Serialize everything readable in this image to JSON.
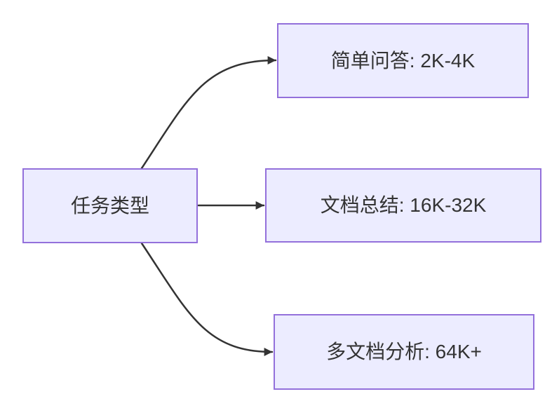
{
  "diagram": {
    "type": "flowchart",
    "root": {
      "id": "task-type",
      "label": "任务类型"
    },
    "branches": [
      {
        "id": "simple-qa",
        "label": "简单问答: 2K-4K"
      },
      {
        "id": "doc-summary",
        "label": "文档总结: 16K-32K"
      },
      {
        "id": "multi-doc-analysis",
        "label": "多文档分析: 64K+"
      }
    ],
    "edges": [
      {
        "from": "task-type",
        "to": "simple-qa"
      },
      {
        "from": "task-type",
        "to": "doc-summary"
      },
      {
        "from": "task-type",
        "to": "multi-doc-analysis"
      }
    ],
    "colors": {
      "node_fill": "#ECECFF",
      "node_border": "#9370DB",
      "edge": "#333333",
      "text": "#333333",
      "background": "#FFFFFF"
    }
  }
}
